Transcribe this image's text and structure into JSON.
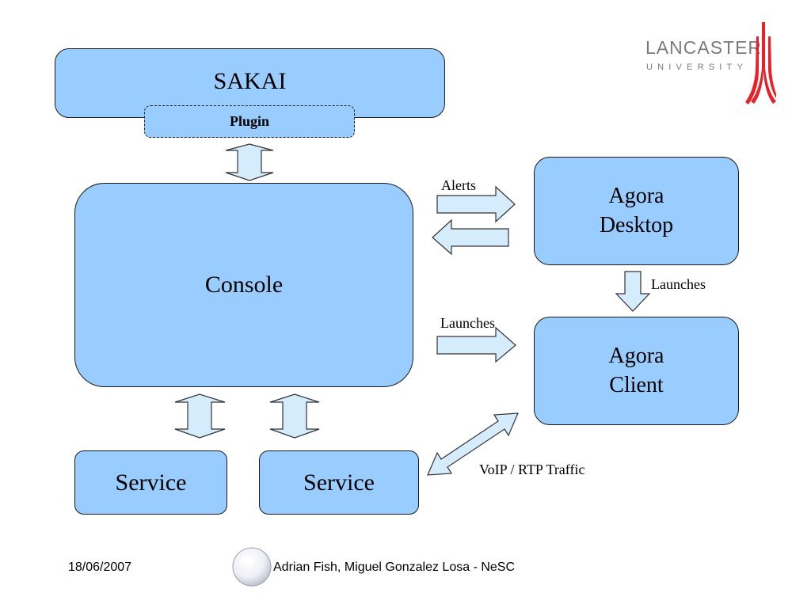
{
  "diagram": {
    "sakai": "SAKAI",
    "plugin": "Plugin",
    "console": "Console",
    "agora_desktop": [
      "Agora",
      "Desktop"
    ],
    "agora_client": [
      "Agora",
      "Client"
    ],
    "service_1": "Service",
    "service_2": "Service",
    "label_alerts": "Alerts",
    "label_launches_1": "Launches",
    "label_launches_2": "Launches",
    "label_voip": "VoIP / RTP Traffic"
  },
  "footer": {
    "date": "18/06/2007",
    "authors": "Adrian Fish, Miguel Gonzalez Losa - NeSC"
  },
  "logo": {
    "line1": "LANCASTER",
    "line2": "UNIVERSITY",
    "icon": "lancaster-university-logo"
  },
  "colors": {
    "box_fill": "#99ccff",
    "arrow_fill": "#d4ecfb",
    "logo_red": "#e8202a",
    "logo_grey": "#7a7a7a"
  }
}
